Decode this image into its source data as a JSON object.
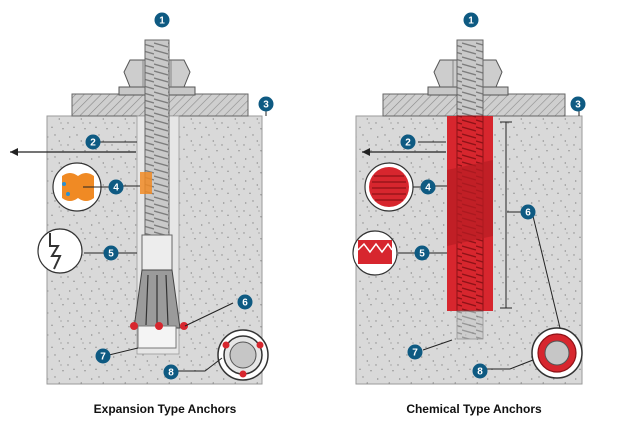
{
  "panels": [
    {
      "caption": "Expansion Type Anchors",
      "markers": [
        "1",
        "2",
        "3",
        "4",
        "5",
        "6",
        "7",
        "8"
      ]
    },
    {
      "caption": "Chemical Type Anchors",
      "markers": [
        "1",
        "2",
        "3",
        "4",
        "5",
        "6",
        "7",
        "8"
      ]
    }
  ],
  "colors": {
    "concrete": "#d9d9d9",
    "plate": "#bdbdbd",
    "steel": "#c6c6c6",
    "marker": "#0e5a82",
    "resin": "#d7262e",
    "expansion_accent": "#f08a24"
  }
}
